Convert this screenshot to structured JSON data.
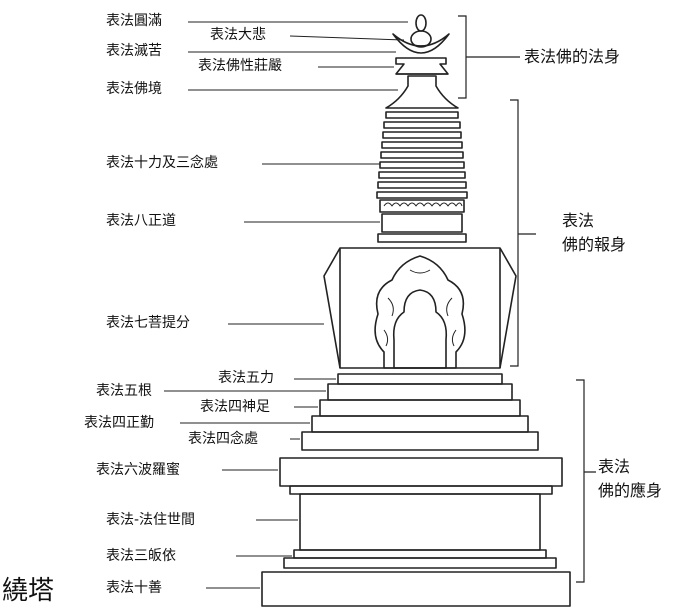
{
  "labels": {
    "l1": "表法圓滿",
    "l2": "表法大悲",
    "l3": "表法滅苦",
    "l4": "表法佛性莊嚴",
    "l5": "表法佛境",
    "l6": "表法十力及三念處",
    "l7": "表法八正道",
    "l8": "表法七菩提分",
    "l9": "表法五力",
    "l10": "表法五根",
    "l11": "表法四神足",
    "l12": "表法四正勤",
    "l13": "表法四念處",
    "l14": "表法六波羅蜜",
    "l15": "表法-法住世間",
    "l16": "表法三皈依",
    "l17": "表法十善"
  },
  "groups": {
    "dharmakaya": "表法佛的法身",
    "sambhogakaya_1": "表法",
    "sambhogakaya_2": "佛的報身",
    "nirmanakaya_1": "表法",
    "nirmanakaya_2": "佛的應身"
  },
  "corner_text": "繞塔"
}
